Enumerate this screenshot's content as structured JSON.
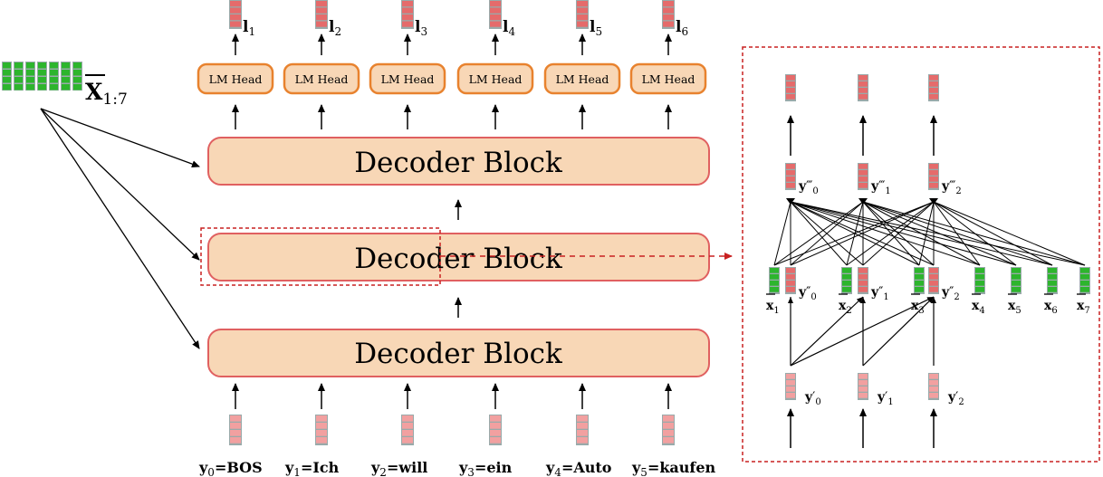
{
  "encoder": {
    "label": "X",
    "subscript": "1:7"
  },
  "decoder_blocks": [
    {
      "label": "Decoder Block"
    },
    {
      "label": "Decoder Block"
    },
    {
      "label": "Decoder Block"
    }
  ],
  "lm_heads": [
    {
      "label": "LM Head"
    },
    {
      "label": "LM Head"
    },
    {
      "label": "LM Head"
    },
    {
      "label": "LM Head"
    },
    {
      "label": "LM Head"
    },
    {
      "label": "LM Head"
    }
  ],
  "logits": [
    {
      "base": "l",
      "sub": "1"
    },
    {
      "base": "l",
      "sub": "2"
    },
    {
      "base": "l",
      "sub": "3"
    },
    {
      "base": "l",
      "sub": "4"
    },
    {
      "base": "l",
      "sub": "5"
    },
    {
      "base": "l",
      "sub": "6"
    }
  ],
  "inputs": [
    {
      "var": "y",
      "sub": "0",
      "token": "=BOS"
    },
    {
      "var": "y",
      "sub": "1",
      "token": "=Ich"
    },
    {
      "var": "y",
      "sub": "2",
      "token": "=will"
    },
    {
      "var": "y",
      "sub": "3",
      "token": "=ein"
    },
    {
      "var": "y",
      "sub": "4",
      "token": "=Auto"
    },
    {
      "var": "y",
      "sub": "5",
      "token": "=kaufen"
    }
  ],
  "detail": {
    "y_prime": [
      {
        "base": "y",
        "mark": "′",
        "sub": "0"
      },
      {
        "base": "y",
        "mark": "′",
        "sub": "1"
      },
      {
        "base": "y",
        "mark": "′",
        "sub": "2"
      }
    ],
    "y_double": [
      {
        "base": "y",
        "mark": "″",
        "sub": "0"
      },
      {
        "base": "y",
        "mark": "″",
        "sub": "1"
      },
      {
        "base": "y",
        "mark": "″",
        "sub": "2"
      }
    ],
    "y_triple": [
      {
        "base": "y",
        "mark": "‴",
        "sub": "0"
      },
      {
        "base": "y",
        "mark": "‴",
        "sub": "1"
      },
      {
        "base": "y",
        "mark": "‴",
        "sub": "2"
      }
    ],
    "x_bars": [
      {
        "base": "x",
        "sub": "1"
      },
      {
        "base": "x",
        "sub": "2"
      },
      {
        "base": "x",
        "sub": "3"
      },
      {
        "base": "x",
        "sub": "4"
      },
      {
        "base": "x",
        "sub": "5"
      },
      {
        "base": "x",
        "sub": "6"
      },
      {
        "base": "x",
        "sub": "7"
      }
    ]
  },
  "colors": {
    "block_fill": "#f8d7b6",
    "block_stroke": "#e06060",
    "head_stroke": "#e8822e",
    "pink_cell": "#f2a0a0",
    "red_cell": "#e56b6b",
    "green_cell": "#2db52d",
    "dashed_red": "#c82020"
  }
}
